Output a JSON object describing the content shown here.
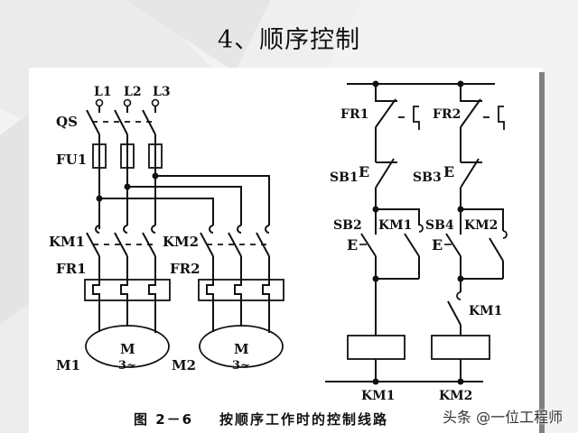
{
  "slide": {
    "title": "4、顺序控制",
    "caption": "图 2－6    按顺序工作时的控制线路",
    "watermark": "头条 @一位工程师"
  },
  "colors": {
    "background": "#f3f3f3",
    "panel": "#ffffff",
    "ink": "#111111",
    "side_bar": "#808080"
  },
  "main_circuit": {
    "phases": [
      "L1",
      "L2",
      "L3"
    ],
    "switch_label": "QS",
    "fuse_label": "FU1",
    "contactors": [
      {
        "label": "KM1",
        "overload": "FR1",
        "motor": "M1",
        "motor_symbol": "M",
        "motor_type": "3~"
      },
      {
        "label": "KM2",
        "overload": "FR2",
        "motor": "M2",
        "motor_symbol": "M",
        "motor_type": "3~"
      }
    ]
  },
  "control_circuit": {
    "branches": [
      {
        "overload_contact": "FR1",
        "stop_button": "SB1",
        "start_button": "SB2",
        "hold_contact": "KM1",
        "interlock_contact": "",
        "coil": "KM1"
      },
      {
        "overload_contact": "FR2",
        "stop_button": "SB3",
        "start_button": "SB4",
        "hold_contact": "KM2",
        "interlock_contact": "KM1",
        "coil": "KM2"
      }
    ]
  }
}
